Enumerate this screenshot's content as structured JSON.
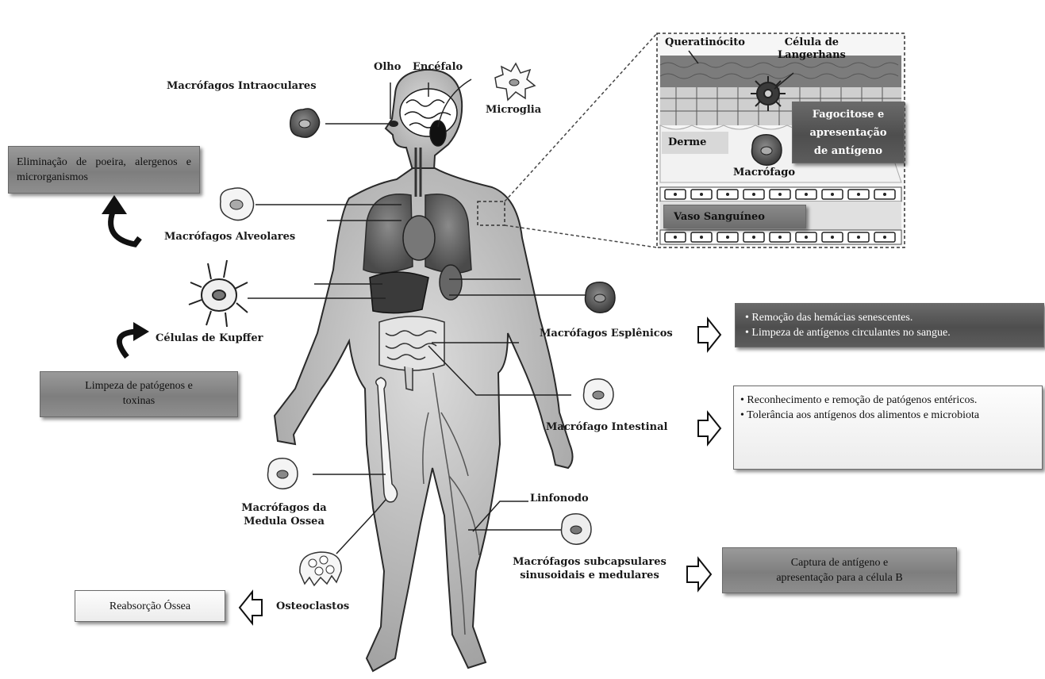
{
  "labels": {
    "olho": "Olho",
    "encefalo": "Encéfalo",
    "microglia": "Microglia",
    "intraoculares": "Macrófagos Intraoculares",
    "alveolares": "Macrófagos Alveolares",
    "kupffer": "Células de Kupffer",
    "esplenicos": "Macrófagos Esplênicos",
    "intestinal": "Macrófago Intestinal",
    "medula_l1": "Macrófagos da",
    "medula_l2": "Medula Ossea",
    "linfonodo": "Linfonodo",
    "subcaps_l1": "Macrófagos subcapsulares",
    "subcaps_l2": "sinusoidais e medulares",
    "osteoclastos": "Osteoclastos"
  },
  "inset": {
    "queratinocito": "Queratinócito",
    "langerhans_l1": "Célula de",
    "langerhans_l2": "Langerhans",
    "fagocitose_l1": "Fagocitose e",
    "fagocitose_l2": "apresentação",
    "fagocitose_l3": "de antígeno",
    "derme": "Derme",
    "macrofago": "Macrófago",
    "vaso": "Vaso Sanguíneo"
  },
  "boxes": {
    "eliminacao": "Eliminação de poeira, alergenos e microrganismos",
    "limpeza_patogenos_l1": "Limpeza de patógenos e",
    "limpeza_patogenos_l2": "toxinas",
    "reabsorcao": "Reabsorção Óssea",
    "esplenicos_b1": "• Remoção das hemácias senescentes.",
    "esplenicos_b2": "• Limpeza de antígenos circulantes no sangue.",
    "intestinal_b1": "• Reconhecimento e remoção de patógenos entéricos.",
    "intestinal_b2": "• Tolerância aos antígenos dos alimentos e microbiota",
    "captura_l1": "Captura de antígeno e",
    "captura_l2": "apresentação para a célula B"
  },
  "colors": {
    "box_gray": "#888888",
    "box_dark": "#555555",
    "organ": "#5a5a5a",
    "body": "#bdbdbd"
  }
}
